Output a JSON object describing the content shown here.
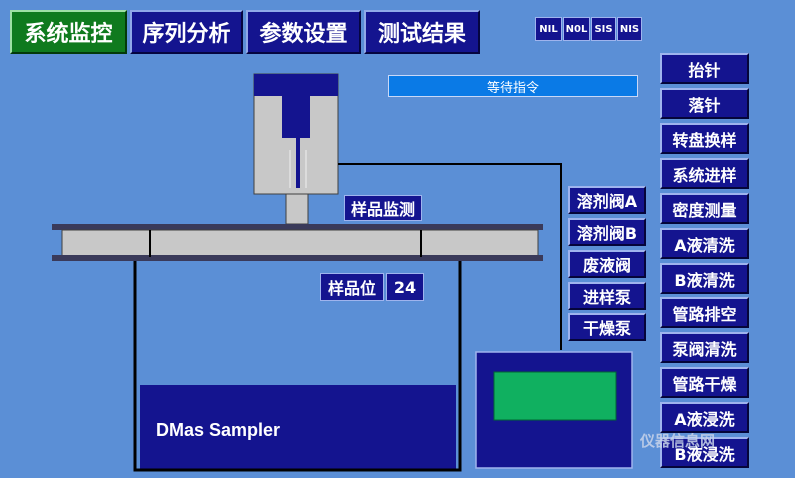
{
  "tabs": [
    {
      "label": "系统监控",
      "active": true
    },
    {
      "label": "序列分析",
      "active": false
    },
    {
      "label": "参数设置",
      "active": false
    },
    {
      "label": "测试结果",
      "active": false
    }
  ],
  "status_boxes": [
    "NIL",
    "N0L",
    "SIS",
    "NIS"
  ],
  "status_message": "等待指令",
  "sample_monitor_label": "样品监测",
  "sample_position": {
    "label": "样品位",
    "value": "24"
  },
  "valves": [
    "溶剂阀A",
    "溶剂阀B",
    "废液阀",
    "进样泵",
    "干燥泵"
  ],
  "commands": [
    "抬针",
    "落针",
    "转盘换样",
    "系统进样",
    "密度测量",
    "A液清洗",
    "B液清洗",
    "管路排空",
    "泵阀清洗",
    "管路干燥",
    "A液浸洗",
    "B液浸洗"
  ],
  "instrument_name": "DMas Sampler",
  "watermark": "仪器信息网",
  "colors": {
    "background": "#5b8fd6",
    "button": "#14148f",
    "active_tab": "#0f7a1e",
    "status_bar": "#0a7ae6",
    "display_screen": "#10b060"
  }
}
